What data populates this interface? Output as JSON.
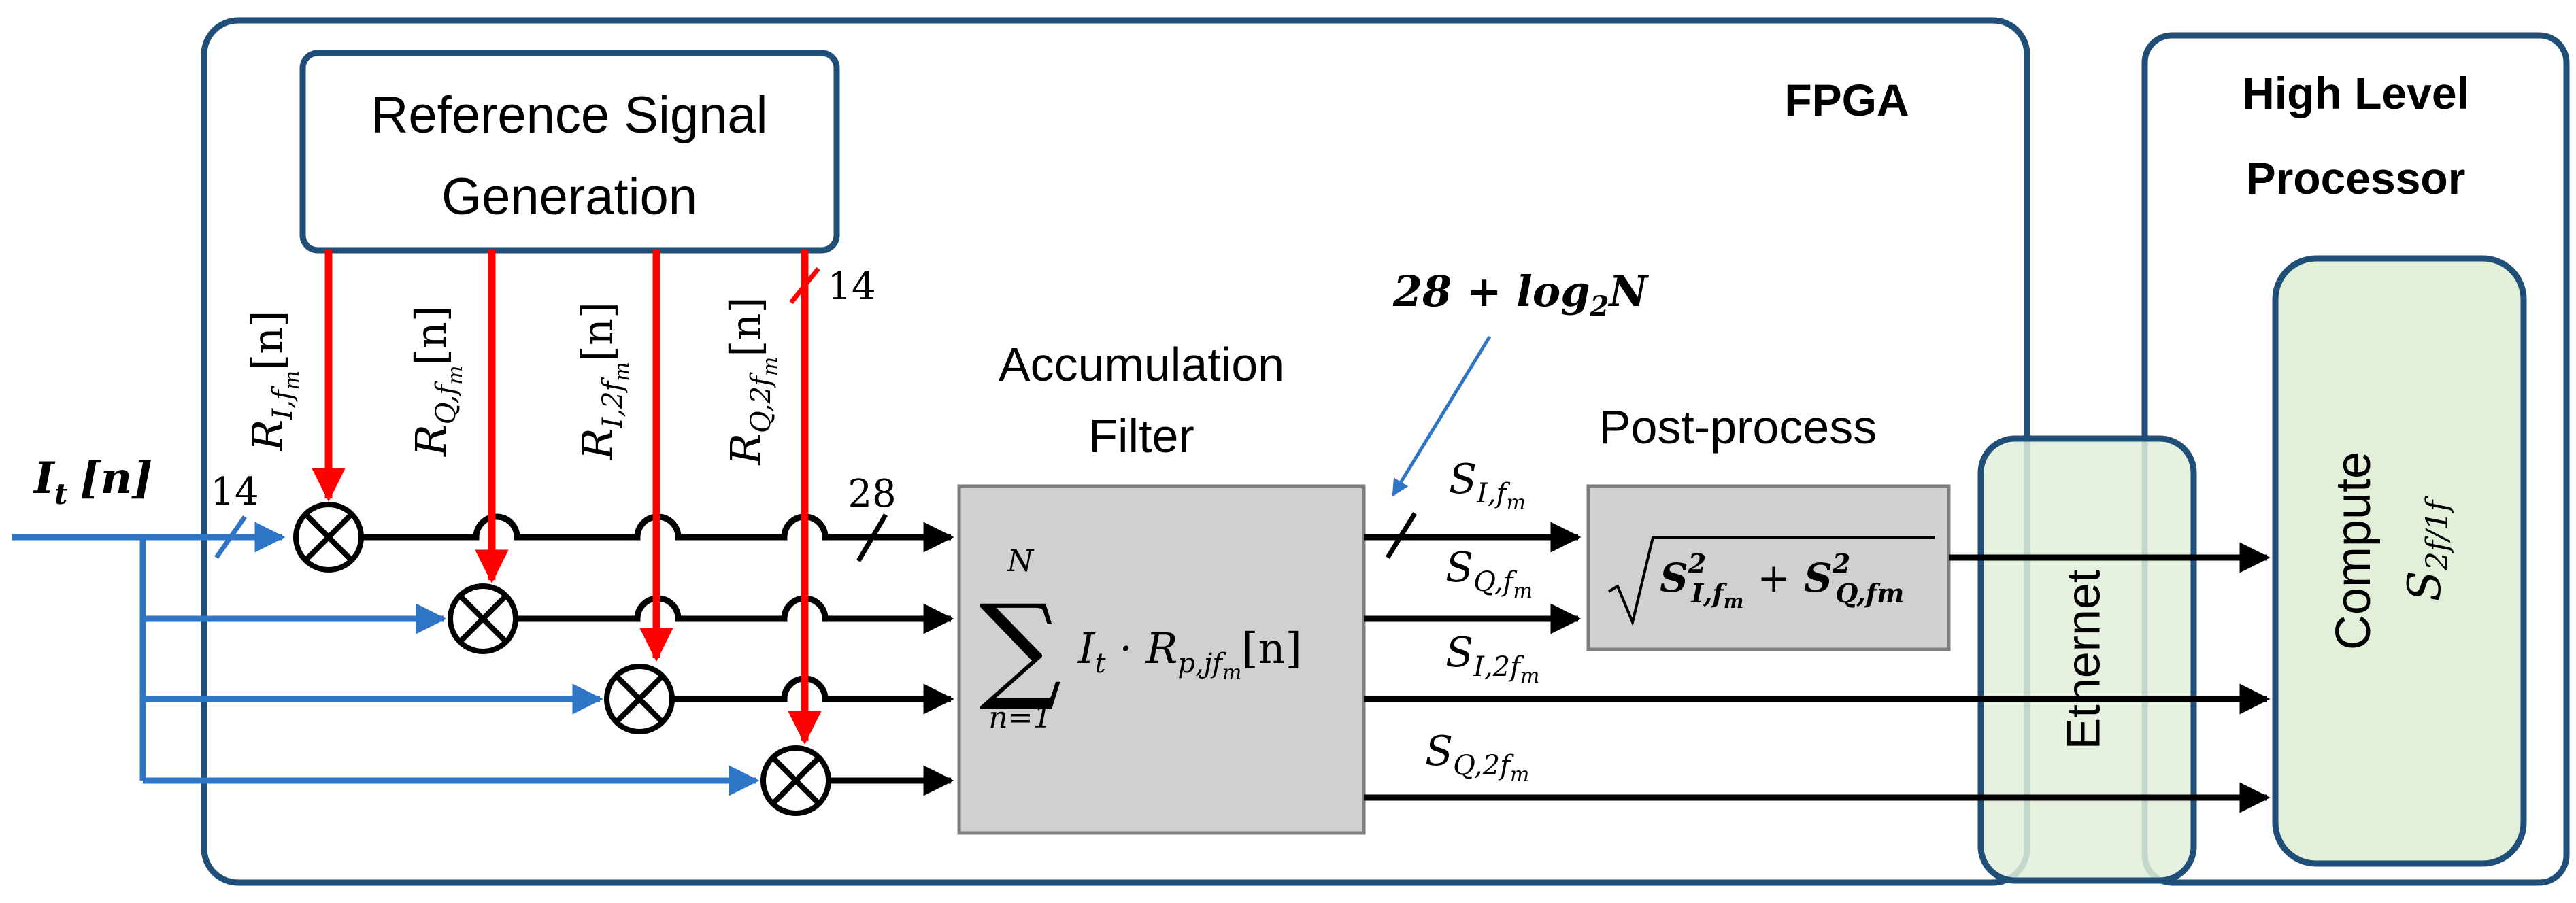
{
  "colors": {
    "frame": "#1f4e79",
    "signal_blue": "#2e75c6",
    "reference_red": "#ff0000",
    "block_gray": "#d0d0d0",
    "block_green": "#e2f0d9",
    "line_black": "#000000"
  },
  "fpga": {
    "label": "FPGA"
  },
  "hlp": {
    "label_line1": "High Level",
    "label_line2": "Processor"
  },
  "ref_gen": {
    "line1": "Reference Signal",
    "line2": "Generation"
  },
  "input": {
    "base": "I",
    "sub": "t",
    "arg": "[n]"
  },
  "bitwidth": {
    "input": "14",
    "mixer_out": "28",
    "reference": "14",
    "acc_out": "28 + log",
    "acc_out_sub": "2",
    "acc_out_tail": "N"
  },
  "references": [
    {
      "base": "R",
      "sub": "I,f",
      "subsub": "m",
      "arg": "[n]"
    },
    {
      "base": "R",
      "sub": "Q,f",
      "subsub": "m",
      "arg": "[n]"
    },
    {
      "base": "R",
      "sub": "I,2f",
      "subsub": "m",
      "arg": "[n]"
    },
    {
      "base": "R",
      "sub": "Q,2f",
      "subsub": "m",
      "arg": "[n]"
    }
  ],
  "accumulation": {
    "title_line1": "Accumulation",
    "title_line2": "Filter",
    "sum_top": "N",
    "sum_bottom": "n=1",
    "sum_symbol": "∑",
    "expr": "I",
    "expr_sub": "t",
    "expr_dot": " · R",
    "expr_sub2": "p,jf",
    "expr_subsub2": "m",
    "expr_arg": "[n]"
  },
  "outputs": [
    {
      "base": "S",
      "sub": "I,f",
      "subsub": "m"
    },
    {
      "base": "S",
      "sub": "Q,f",
      "subsub": "m"
    },
    {
      "base": "S",
      "sub": "I,2f",
      "subsub": "m"
    },
    {
      "base": "S",
      "sub": "Q,2f",
      "subsub": "m"
    }
  ],
  "postprocess": {
    "title": "Post-process",
    "term1": "S",
    "term1_sup": "2",
    "term1_sub": "I,f",
    "term1_subsub": "m",
    "plus": "+",
    "term2": "S",
    "term2_sup": "2",
    "term2_sub": "Q,fm"
  },
  "ethernet": {
    "label": "Ethernet"
  },
  "compute": {
    "label": "Compute",
    "sym": "S",
    "sym_sub": "2f/1f"
  }
}
